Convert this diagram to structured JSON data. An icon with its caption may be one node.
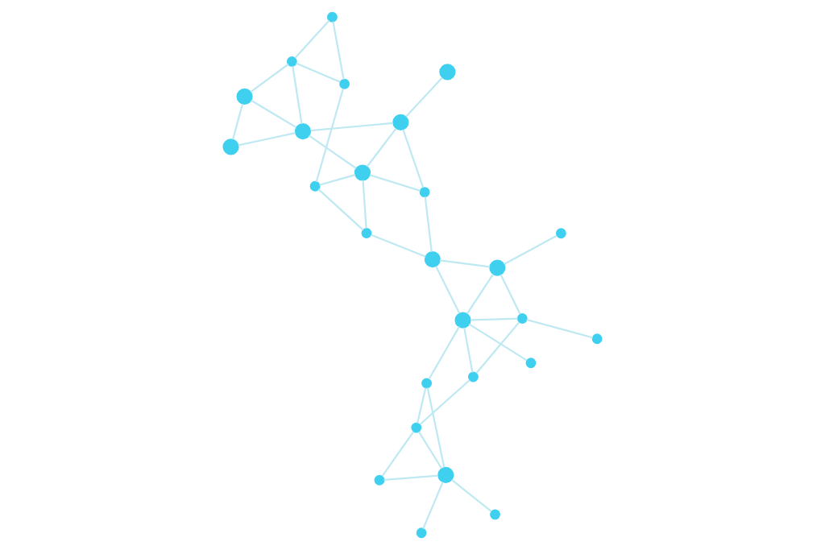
{
  "diagram": {
    "nodes": [
      {
        "text": [],
        "shape": "circle"
      },
      {
        "text": [],
        "shape": "circle"
      },
      {
        "text": [],
        "shape": "circle"
      },
      {
        "text": [],
        "shape": "circle"
      },
      {
        "text": [],
        "shape": "circle"
      },
      {
        "text": [],
        "shape": "circle"
      },
      {
        "text": [],
        "shape": "circle"
      },
      {
        "text": [],
        "shape": "circle"
      },
      {
        "text": [],
        "shape": "circle"
      },
      {
        "text": [],
        "shape": "circle"
      },
      {
        "text": [],
        "shape": "circle"
      },
      {
        "text": [],
        "shape": "circle"
      },
      {
        "text": [],
        "shape": "circle"
      },
      {
        "text": [],
        "shape": "circle"
      },
      {
        "text": [],
        "shape": "circle"
      },
      {
        "text": [],
        "shape": "circle"
      },
      {
        "text": [],
        "shape": "circle"
      },
      {
        "text": [],
        "shape": "circle"
      },
      {
        "text": [],
        "shape": "circle"
      },
      {
        "text": [],
        "shape": "circle"
      },
      {
        "text": [],
        "shape": "circle"
      },
      {
        "text": [],
        "shape": "circle"
      },
      {
        "text": [],
        "shape": "circle"
      },
      {
        "text": [],
        "shape": "circle"
      },
      {
        "text": [],
        "shape": "circle"
      },
      {
        "text": [],
        "shape": "circle"
      }
    ],
    "edges": [
      {
        "from": 0,
        "to": 2,
        "arrow": "none"
      },
      {
        "from": 1,
        "to": 2,
        "arrow": "none"
      },
      {
        "from": 2,
        "to": 3,
        "arrow": "none"
      },
      {
        "from": 2,
        "to": 4,
        "arrow": "none"
      },
      {
        "from": 3,
        "to": 4,
        "arrow": "none"
      },
      {
        "from": 2,
        "to": 8,
        "arrow": "none"
      },
      {
        "from": 4,
        "to": 8,
        "arrow": "none"
      },
      {
        "from": 4,
        "to": 5,
        "arrow": "none"
      },
      {
        "from": 5,
        "to": 9,
        "arrow": "none"
      },
      {
        "from": 5,
        "to": 7,
        "arrow": "none"
      },
      {
        "from": 7,
        "to": 9,
        "arrow": "none"
      },
      {
        "from": 6,
        "to": 7,
        "arrow": "none"
      },
      {
        "from": 7,
        "to": 10,
        "arrow": "none"
      },
      {
        "from": 8,
        "to": 9,
        "arrow": "none"
      },
      {
        "from": 9,
        "to": 10,
        "arrow": "none"
      },
      {
        "from": 9,
        "to": 12,
        "arrow": "none"
      },
      {
        "from": 9,
        "to": 14,
        "arrow": "none"
      },
      {
        "from": 10,
        "to": 14,
        "arrow": "none"
      },
      {
        "from": 10,
        "to": 11,
        "arrow": "none"
      },
      {
        "from": 14,
        "to": 15,
        "arrow": "none"
      },
      {
        "from": 15,
        "to": 16,
        "arrow": "none"
      },
      {
        "from": 16,
        "to": 13,
        "arrow": "none"
      },
      {
        "from": 14,
        "to": 17,
        "arrow": "none"
      },
      {
        "from": 15,
        "to": 18,
        "arrow": "none"
      },
      {
        "from": 16,
        "to": 18,
        "arrow": "none"
      },
      {
        "from": 17,
        "to": 18,
        "arrow": "none"
      },
      {
        "from": 17,
        "to": 21,
        "arrow": "none"
      },
      {
        "from": 18,
        "to": 21,
        "arrow": "none"
      },
      {
        "from": 18,
        "to": 20,
        "arrow": "none"
      },
      {
        "from": 16,
        "to": 20,
        "arrow": "none"
      },
      {
        "from": 20,
        "to": 19,
        "arrow": "none"
      },
      {
        "from": 19,
        "to": 22,
        "arrow": "none"
      },
      {
        "from": 20,
        "to": 22,
        "arrow": "none"
      },
      {
        "from": 22,
        "to": 23,
        "arrow": "none"
      },
      {
        "from": 20,
        "to": 23,
        "arrow": "none"
      },
      {
        "from": 23,
        "to": 24,
        "arrow": "none"
      },
      {
        "from": 21,
        "to": 24,
        "arrow": "none"
      },
      {
        "from": 24,
        "to": 25,
        "arrow": "none"
      },
      {
        "from": 23,
        "to": 25,
        "arrow": "none"
      }
    ]
  }
}
